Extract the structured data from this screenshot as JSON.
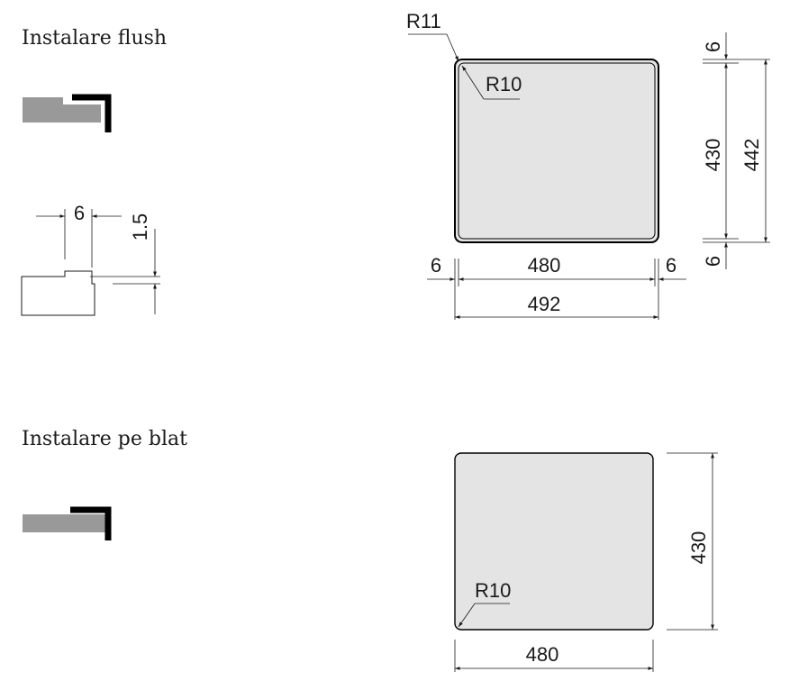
{
  "sections": {
    "flush": {
      "title": "Instalare flush",
      "profile": {
        "rebate_width": "6",
        "rebate_depth": "1.5"
      },
      "sink": {
        "outer_radius": "R11",
        "inner_radius": "R10",
        "rim_top": "6",
        "inner_height": "430",
        "outer_height": "442",
        "rim_bottom": "6",
        "rim_left": "6",
        "inner_width": "480",
        "rim_right": "6",
        "outer_width": "492"
      }
    },
    "top_mount": {
      "title": "Instalare pe blat",
      "sink": {
        "radius": "R10",
        "height": "430",
        "width": "480"
      }
    }
  },
  "colors": {
    "sink_fill": "#e4e4e4",
    "countertop_grey": "#999999",
    "sink_edge": "#000000"
  }
}
